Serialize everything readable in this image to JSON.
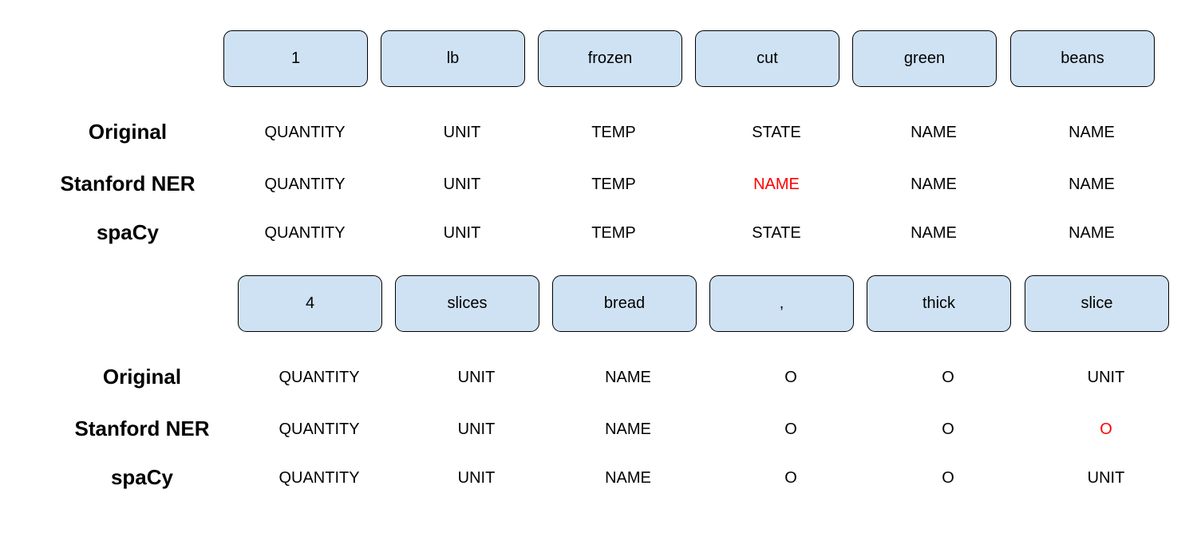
{
  "error_color": "#ff0000",
  "token_fill": "#cfe2f3",
  "examples": [
    {
      "tokens": [
        "1",
        "lb",
        "frozen",
        "cut",
        "green",
        "beans"
      ],
      "rows": [
        {
          "label": "Original",
          "tags": [
            "QUANTITY",
            "UNIT",
            "TEMP",
            "STATE",
            "NAME",
            "NAME"
          ],
          "errors": [
            false,
            false,
            false,
            false,
            false,
            false
          ]
        },
        {
          "label": "Stanford NER",
          "tags": [
            "QUANTITY",
            "UNIT",
            "TEMP",
            "NAME",
            "NAME",
            "NAME"
          ],
          "errors": [
            false,
            false,
            false,
            true,
            false,
            false
          ]
        },
        {
          "label": "spaCy",
          "tags": [
            "QUANTITY",
            "UNIT",
            "TEMP",
            "STATE",
            "NAME",
            "NAME"
          ],
          "errors": [
            false,
            false,
            false,
            false,
            false,
            false
          ]
        }
      ]
    },
    {
      "tokens": [
        "4",
        "slices",
        "bread",
        ",",
        "thick",
        "slice"
      ],
      "rows": [
        {
          "label": "Original",
          "tags": [
            "QUANTITY",
            "UNIT",
            "NAME",
            "O",
            "O",
            "UNIT"
          ],
          "errors": [
            false,
            false,
            false,
            false,
            false,
            false
          ]
        },
        {
          "label": "Stanford NER",
          "tags": [
            "QUANTITY",
            "UNIT",
            "NAME",
            "O",
            "O",
            "O"
          ],
          "errors": [
            false,
            false,
            false,
            false,
            false,
            true
          ]
        },
        {
          "label": "spaCy",
          "tags": [
            "QUANTITY",
            "UNIT",
            "NAME",
            "O",
            "O",
            "UNIT"
          ],
          "errors": [
            false,
            false,
            false,
            false,
            false,
            false
          ]
        }
      ]
    }
  ]
}
